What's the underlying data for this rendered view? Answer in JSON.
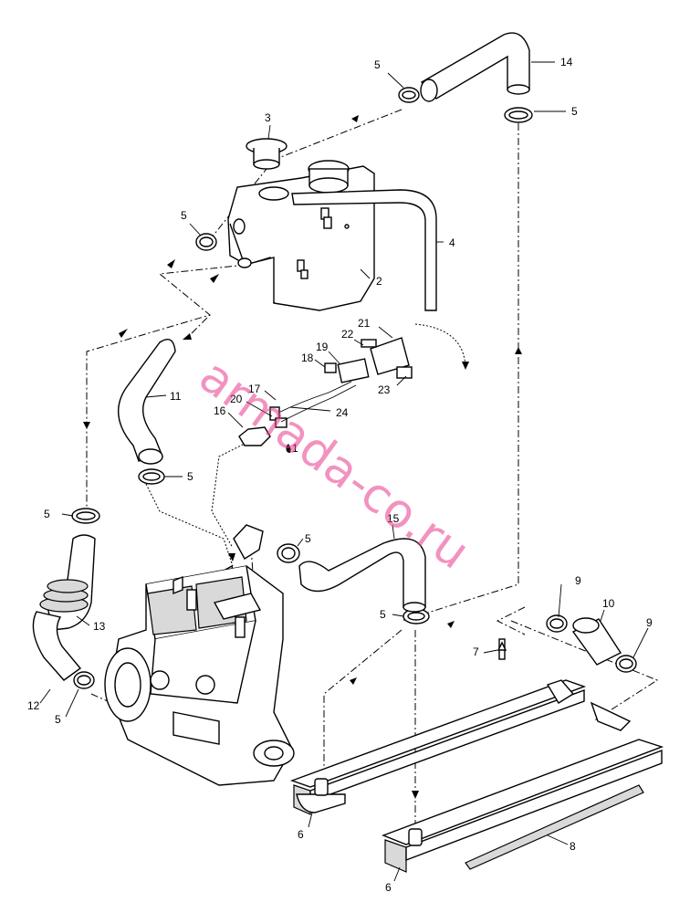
{
  "callouts": [
    {
      "text": "14"
    },
    {
      "text": "5"
    },
    {
      "text": "5"
    },
    {
      "text": "3"
    },
    {
      "text": "5"
    },
    {
      "text": "4"
    },
    {
      "text": "2"
    },
    {
      "text": "21"
    },
    {
      "text": "22"
    },
    {
      "text": "19"
    },
    {
      "text": "18"
    },
    {
      "text": "17"
    },
    {
      "text": "23"
    },
    {
      "text": "20"
    },
    {
      "text": "24"
    },
    {
      "text": "11"
    },
    {
      "text": "16"
    },
    {
      "text": "1"
    },
    {
      "text": "5"
    },
    {
      "text": "5"
    },
    {
      "text": "5"
    },
    {
      "text": "15"
    },
    {
      "text": "13"
    },
    {
      "text": "9"
    },
    {
      "text": "10"
    },
    {
      "text": "9"
    },
    {
      "text": "5"
    },
    {
      "text": "7"
    },
    {
      "text": "12"
    },
    {
      "text": "5"
    },
    {
      "text": "6"
    },
    {
      "text": "8"
    },
    {
      "text": "6"
    }
  ],
  "watermark": "armada-co.ru"
}
